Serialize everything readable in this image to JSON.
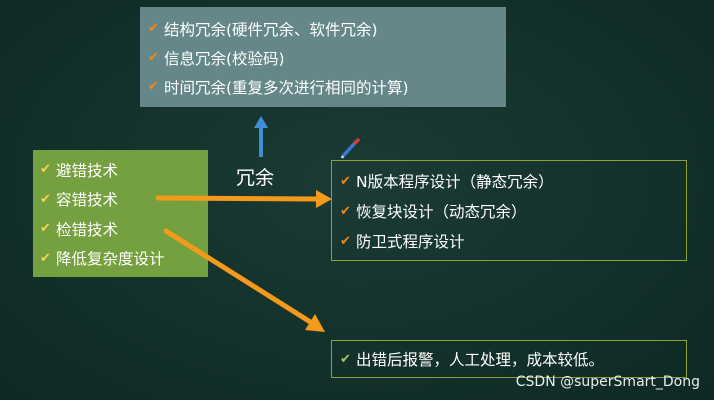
{
  "redundancy_box": {
    "items": [
      "结构冗余(硬件冗余、软件冗余)",
      "信息冗余(校验码)",
      "时间冗余(重复多次进行相同的计算)"
    ]
  },
  "redundancy_label": "冗余",
  "techniques_box": {
    "items": [
      "避错技术",
      "容错技术",
      "检错技术",
      "降低复杂度设计"
    ]
  },
  "fault_tolerance_box": {
    "items": [
      "N版本程序设计（静态冗余）",
      "恢复块设计（动态冗余）",
      "防卫式程序设计"
    ]
  },
  "detection_box": {
    "items": [
      "出错后报警，人工处理，成本较低。"
    ]
  },
  "watermark": "CSDN @superSmart_Dong",
  "colors": {
    "background": "#14312b",
    "gray_box": "#65878a",
    "green_box": "#75a03f",
    "arrow_orange": "#f39a1c",
    "arrow_blue": "#3f8fd6",
    "outline": "#8aa13d"
  },
  "icons": {
    "check": "check-icon",
    "pen": "pen-cursor-icon"
  }
}
